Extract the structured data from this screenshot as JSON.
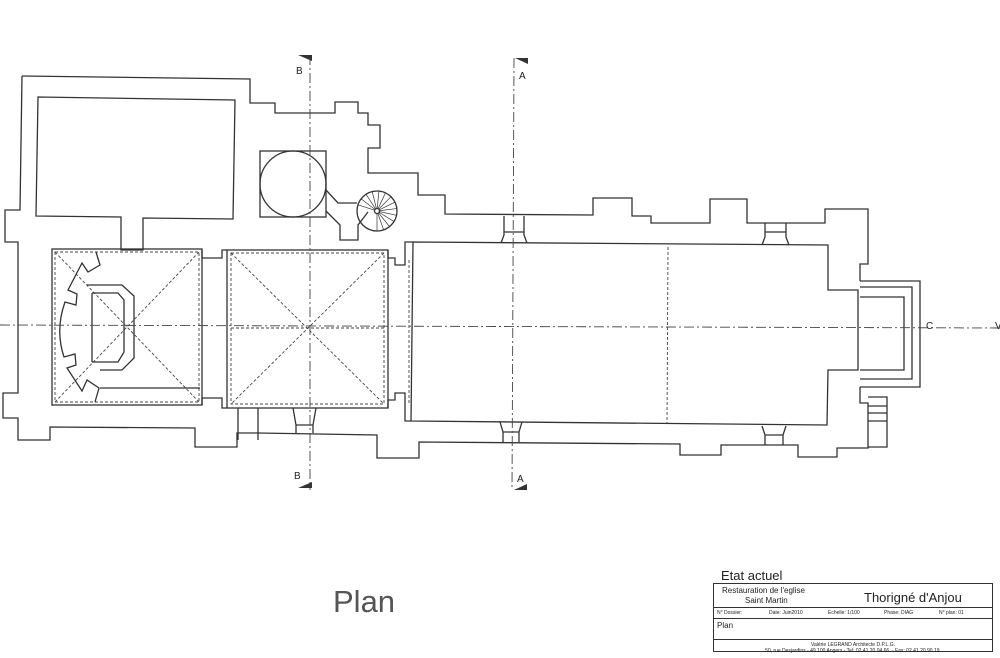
{
  "drawing": {
    "section_labels": {
      "b_top": "B",
      "b_bottom": "B",
      "a_top": "A",
      "a_bottom": "A",
      "c": "C",
      "edge": "V"
    },
    "plan_label": "Plan"
  },
  "title_block": {
    "status": "Etat actuel",
    "project_line1": "Restauration de l'eglise",
    "project_line2": "Saint Martin",
    "town": "Thorigné d'Anjou",
    "dossier": "N° Dossier:",
    "date": "Date: Juin2010",
    "scale": "Echelle: 1/100",
    "phase": "Phase: DIAG",
    "plan_no": "N° plan: 01",
    "sheet_title": "Plan",
    "architect": "Valérie LEGRAND   Architecte D.P.L.G.",
    "address": "50, rue Desjardins  -  49 100 Angers  -  Tel: 02.41.20.04.66.  -  Fax: 02.41.20.90.19."
  }
}
